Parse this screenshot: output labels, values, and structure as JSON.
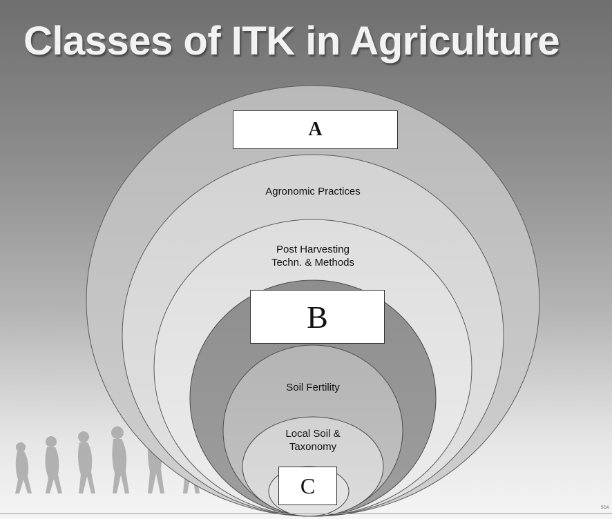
{
  "title": "Classes of ITK in Agriculture",
  "boxes": {
    "a": "A",
    "b": "B",
    "c": "C"
  },
  "rings": {
    "agronomic": "Agronomic Practices",
    "post_harvest_line1": "Post Harvesting",
    "post_harvest_line2": "Techn. & Methods",
    "soil_fertility": "Soil Fertility",
    "local_soil_line1": "Local Soil &",
    "local_soil_line2": "Taxonomy"
  },
  "corner_mark": "SDA"
}
